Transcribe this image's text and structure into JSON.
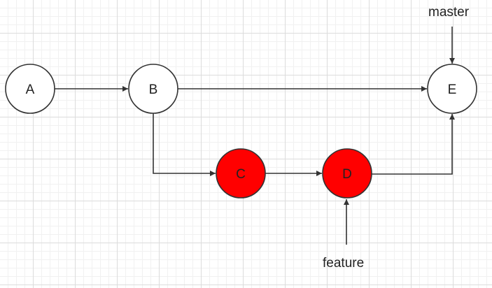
{
  "diagram": {
    "nodes": [
      {
        "id": "A",
        "label": "A",
        "fill": "#ffffff"
      },
      {
        "id": "B",
        "label": "B",
        "fill": "#ffffff"
      },
      {
        "id": "C",
        "label": "C",
        "fill": "#ff0000"
      },
      {
        "id": "D",
        "label": "D",
        "fill": "#ff0000"
      },
      {
        "id": "E",
        "label": "E",
        "fill": "#ffffff"
      }
    ],
    "edges": [
      {
        "from": "A",
        "to": "B"
      },
      {
        "from": "B",
        "to": "E"
      },
      {
        "from": "B",
        "to": "C"
      },
      {
        "from": "C",
        "to": "D"
      },
      {
        "from": "D",
        "to": "E"
      }
    ],
    "pointers": {
      "master": {
        "label": "master",
        "target": "E"
      },
      "feature": {
        "label": "feature",
        "target": "D"
      }
    },
    "colors": {
      "stroke": "#333333",
      "highlight": "#ff0000",
      "text": "#222222"
    }
  }
}
